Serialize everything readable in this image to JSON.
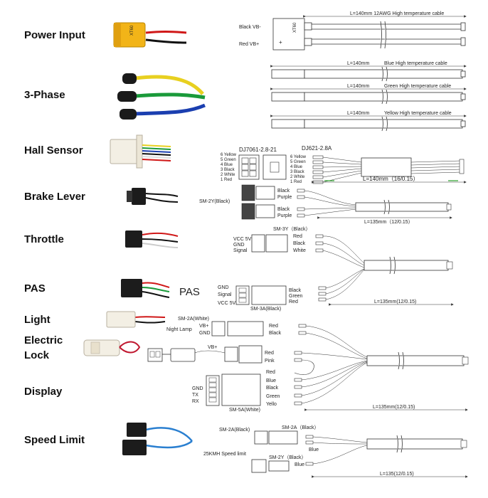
{
  "labels": {
    "power_input": "Power Input",
    "three_phase": "3-Phase",
    "hall_sensor": "Hall Sensor",
    "brake_lever": "Brake Lever",
    "throttle": "Throttle",
    "pas": "PAS",
    "light": "Light",
    "electric_lock_1": "Electric",
    "electric_lock_2": "Lock",
    "display": "Display",
    "speed_limit": "Speed Limit"
  },
  "power": {
    "cable": "L=140mm 12AWG High temperature cable",
    "black": "Black  VB-",
    "red": "Red  VB+",
    "plus": "+",
    "xt": "XT60",
    "connector_print": "XT60"
  },
  "phase": {
    "blue_len": "L=140mm",
    "blue_cable": "Blue High temperature cable",
    "green_len": "L=140mm",
    "green_cable": "Green High temperature cable",
    "yellow_len": "L=140mm",
    "yellow_cable": "Yellow High temperature cable"
  },
  "hall": {
    "dj1": "DJ7061-2.8-21",
    "dj2": "DJ621-2.8A",
    "pins_left": [
      "6 Yellow",
      "5 Green",
      "4 Blue",
      "3 Black",
      "2 White",
      "1 Red"
    ],
    "pins_right": [
      "6 Yellow",
      "5 Green",
      "4 Blue",
      "3 Black",
      "2 White",
      "1 Red"
    ],
    "len": "L=140mm（16/0.15）"
  },
  "brake": {
    "sm": "SM-2Y(Black)",
    "wires1": [
      "Black",
      "Purple"
    ],
    "wires2": [
      "Black",
      "Purple"
    ],
    "len": "L=135mm（12/0.15）"
  },
  "throttle": {
    "sm": "SM-3Y（Black）",
    "pins": [
      "VCC 5V",
      "GND",
      "Signal"
    ],
    "wires": [
      "Red",
      "Black",
      "White"
    ]
  },
  "pas": {
    "big": "PAS",
    "pins": [
      "GND",
      "Signal",
      "VCC 5V"
    ],
    "sm": "SM-3A(Black)",
    "wires": [
      "Black",
      "Green",
      "Red"
    ],
    "len": "L=135mm(12/0.15)"
  },
  "light": {
    "sm": "SM-2A(White)",
    "pins": [
      "VB+",
      "GND"
    ],
    "night": "Night Lamp",
    "wires": [
      "Red",
      "Black"
    ]
  },
  "lock": {
    "vb": "VB+",
    "wires": [
      "Red",
      "Pink",
      "Red"
    ]
  },
  "display": {
    "pins": [
      "GND",
      "TX",
      "RX"
    ],
    "sm": "SM-5A(White)",
    "wires": [
      "Blue",
      "Black",
      "Green",
      "Yello"
    ],
    "len": "L=135mm(12/0.15)"
  },
  "speed": {
    "sm1": "SM-2A(Black)",
    "sm1b": "SM-2A（Black）",
    "blue1": "Blue",
    "note": "25KMH Speed limit",
    "sm2": "SM-2Y（Black）",
    "blue2": "Blue",
    "len": "L=135(12/0.15)"
  }
}
